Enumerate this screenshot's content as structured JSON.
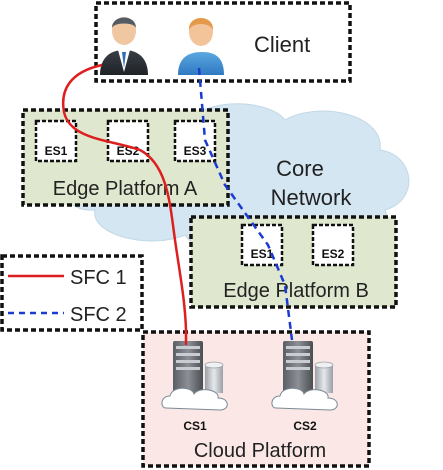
{
  "client": {
    "label": "Client"
  },
  "core_network": {
    "line1": "Core",
    "line2": "Network"
  },
  "edge_a": {
    "label": "Edge Platform A",
    "servers": [
      "ES1",
      "ES2",
      "ES3"
    ]
  },
  "edge_b": {
    "label": "Edge Platform B",
    "servers": [
      "ES1",
      "ES2"
    ]
  },
  "cloud": {
    "label": "Cloud Platform",
    "servers": [
      "CS1",
      "CS2"
    ]
  },
  "legend": {
    "items": [
      {
        "label": "SFC 1",
        "color": "#dd1f1f",
        "style": "solid"
      },
      {
        "label": "SFC 2",
        "color": "#1a3bd1",
        "style": "dashed"
      }
    ]
  },
  "colors": {
    "edge_fill": "#dfe8cf",
    "cloud_region_fill": "#fbe8e6",
    "cloud_shape_fill": "#d3e6f2",
    "border": "#111111"
  },
  "icons": {
    "client_1": "businessman-icon",
    "client_2": "user-icon",
    "cloud_server": "server-rack-icon"
  }
}
